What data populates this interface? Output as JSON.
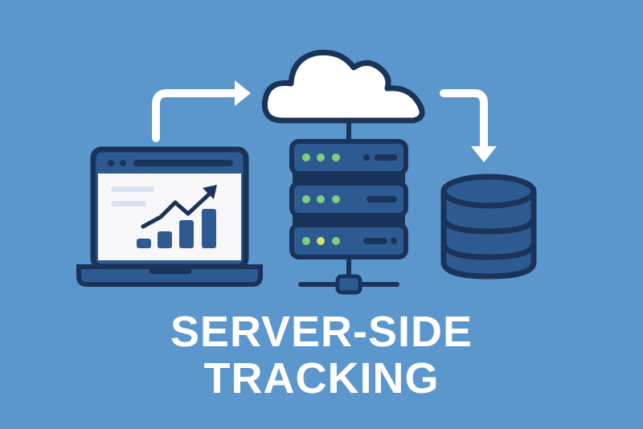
{
  "title": {
    "line1": "SERVER-SIDE",
    "line2": "TRACKING"
  },
  "colors": {
    "background": "#5b96cd",
    "outline": "#1a3358",
    "fill_dark": "#2e5a92",
    "white": "#ffffff",
    "led_green": "#7fd07a",
    "led_yellow": "#d8e06a",
    "screen_lines": "#d6e4f2"
  },
  "diagram": {
    "nodes": [
      {
        "id": "laptop",
        "icon": "laptop-analytics-icon"
      },
      {
        "id": "cloud",
        "icon": "cloud-icon"
      },
      {
        "id": "server",
        "icon": "server-rack-icon",
        "units": 3
      },
      {
        "id": "database",
        "icon": "database-icon"
      }
    ],
    "edges": [
      {
        "from": "laptop",
        "to": "cloud",
        "icon": "arrow-right-icon"
      },
      {
        "from": "cloud",
        "to": "database",
        "icon": "arrow-down-icon"
      }
    ]
  }
}
